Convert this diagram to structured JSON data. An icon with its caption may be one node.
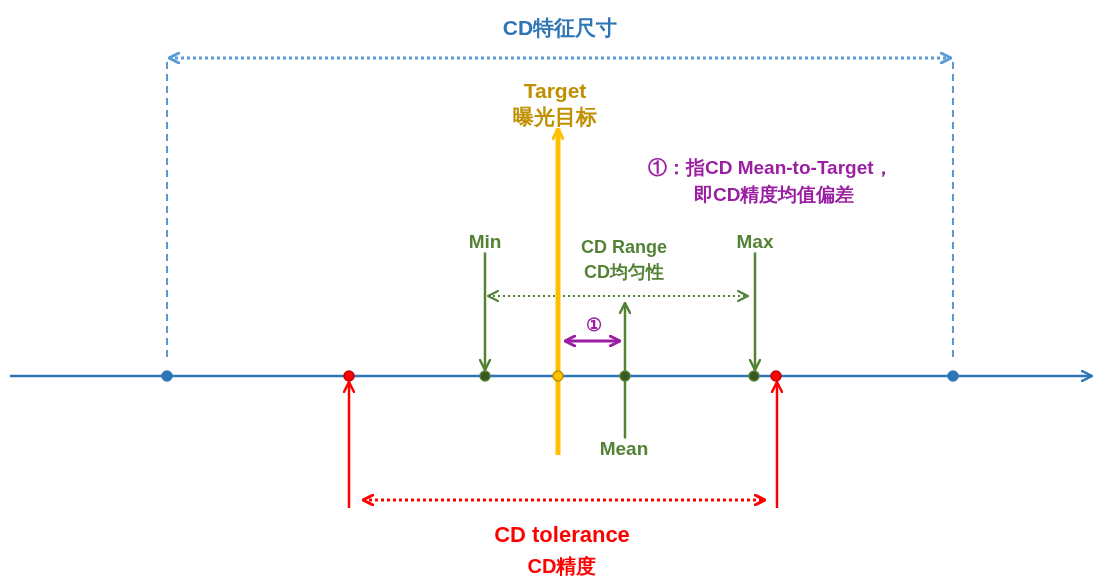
{
  "diagram": {
    "nodes": [
      {
        "text": [
          "Target",
          "曝光目标"
        ]
      },
      {
        "text": [
          "Min"
        ]
      },
      {
        "text": [
          "Max"
        ]
      },
      {
        "text": [
          "Mean"
        ]
      },
      {
        "text": [],
        "shape": "circle"
      },
      {
        "text": [],
        "shape": "circle"
      },
      {
        "text": [],
        "shape": "circle"
      },
      {
        "text": [],
        "shape": "circle"
      },
      {
        "text": [],
        "shape": "circle"
      },
      {
        "text": [],
        "shape": "circle"
      },
      {
        "text": [],
        "shape": "circle"
      },
      {
        "text": [],
        "shape": "circle"
      }
    ],
    "edges": [
      {
        "from": null,
        "to": 0,
        "arrow": "to",
        "style": "thick",
        "color": "#ffc000"
      },
      {
        "from": 1,
        "to": 6,
        "arrow": "to",
        "color": "#548235"
      },
      {
        "from": 2,
        "to": 9,
        "arrow": "to",
        "color": "#548235"
      },
      {
        "from": 3,
        "to": null,
        "arrow": "to",
        "color": "#548235"
      },
      {
        "from": null,
        "to": 5,
        "arrow": "to",
        "color": "#ff0000"
      },
      {
        "from": null,
        "to": 10,
        "arrow": "to",
        "color": "#ff0000"
      }
    ],
    "labels": [
      "CD特征尺寸",
      "①：指CD Mean-to-Target，",
      "即CD精度均值偏差",
      "CD Range",
      "CD均匀性",
      "①",
      "CD tolerance",
      "CD精度"
    ]
  }
}
